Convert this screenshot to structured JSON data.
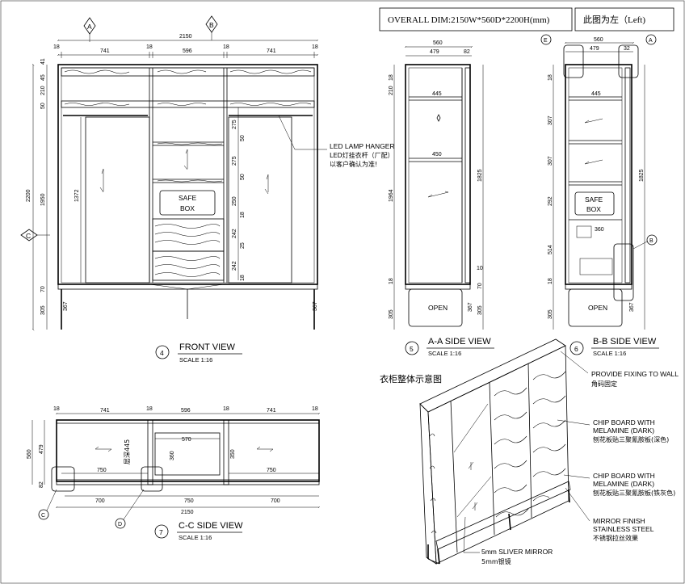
{
  "header": {
    "overall_dim": "OVERALL DIM:2150W*560D*2200H(mm)",
    "side_note": "此图为左（Left)"
  },
  "markers": {
    "a": "A",
    "b": "B",
    "c": "C",
    "d": "D",
    "e": "E"
  },
  "front_view": {
    "number": "4",
    "title": "FRONT VIEW",
    "scale": "SCALE 1:16",
    "dims": {
      "total": "2150",
      "w18": "18",
      "w741": "741",
      "w596": "596",
      "h2200": "2200",
      "h1950": "1950",
      "h1372": "1372",
      "h305": "305",
      "h70": "70",
      "h45": "45",
      "h210": "210",
      "h50": "50",
      "h41": "41",
      "h275": "275",
      "h250": "250",
      "h242": "242",
      "h25": "25",
      "h367": "367",
      "h18": "18"
    },
    "safe_box": [
      "SAFE",
      "BOX"
    ],
    "led_note": [
      "LED LAMP HANGER",
      "LED灯挂衣杆（厂配）",
      "以客户确认为准!"
    ]
  },
  "aa_view": {
    "number": "5",
    "title": "A-A SIDE VIEW",
    "scale": "SCALE 1:16",
    "dims": {
      "d560": "560",
      "d479": "479",
      "d82": "82",
      "d445": "445",
      "d450": "450",
      "h1825": "1825",
      "h1964": "1964",
      "h210": "210",
      "h18": "18",
      "h305": "305",
      "h367": "367",
      "h10": "10",
      "h70": "70"
    },
    "open": "OPEN"
  },
  "bb_view": {
    "number": "6",
    "title": "B-B SIDE VIEW",
    "scale": "SCALE 1:16",
    "dims": {
      "d560": "560",
      "d479": "479",
      "d32": "32",
      "d445": "445",
      "d360": "360",
      "h307": "307",
      "h292": "292",
      "h514": "514",
      "h1825": "1825",
      "h18": "18",
      "h305": "305",
      "h367": "367"
    },
    "safe_box": [
      "SAFE",
      "BOX"
    ],
    "open": "OPEN"
  },
  "cc_view": {
    "number": "7",
    "title": "C-C SIDE VIEW",
    "scale": "SCALE 1:16",
    "dims": {
      "w741": "741",
      "w596": "596",
      "w18": "18",
      "w570": "570",
      "w750": "750",
      "w700": "700",
      "total": "2150",
      "h560": "560",
      "h479": "479",
      "h82": "82",
      "h360": "360",
      "h350": "350",
      "note": "层深445"
    }
  },
  "iso": {
    "title": "衣柜整体示意图",
    "notes": [
      {
        "en": "PROVIDE FIXING TO WALL",
        "cn": "角码固定"
      },
      {
        "en": "CHIP BOARD WITH",
        "en2": "MELAMINE (DARK)",
        "cn": "刨花板贴三聚氰胺板(深色)"
      },
      {
        "en": "CHIP BOARD WITH",
        "en2": "MELAMINE (DARK)",
        "cn": "刨花板贴三聚氰胺板(铁灰色)"
      },
      {
        "en": "MIRROR FINISH",
        "en2": "STAINLESS STEEL",
        "cn": "不锈钢拉丝效果"
      },
      {
        "en": "5mm SLIVER MIRROR",
        "cn": "5mm银镜"
      }
    ]
  }
}
